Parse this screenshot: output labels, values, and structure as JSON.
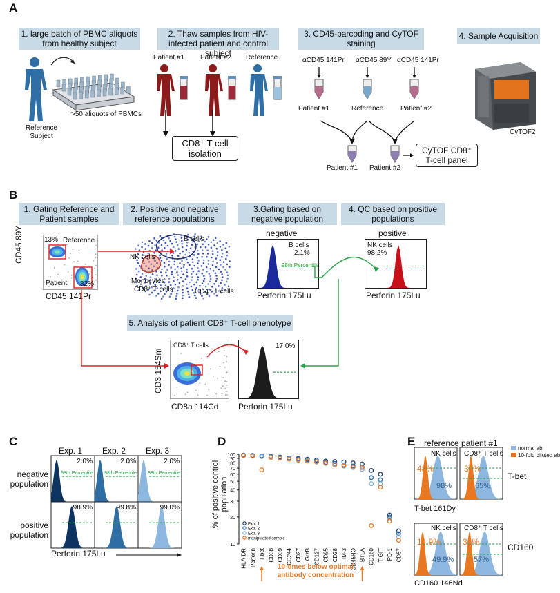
{
  "panels": {
    "a": "A",
    "b": "B",
    "c": "C",
    "d": "D",
    "e": "E"
  },
  "A": {
    "step1": "1. large batch of PBMC aliquots from healthy subject",
    "step2": "2. Thaw samples from HIV-infected patient and control subject",
    "step3": "3. CD45-barcoding and CyTOF staining",
    "step4": "4. Sample Acquisition",
    "reference_subject": "Reference Subject",
    "aliquots": ">50 aliquots of PBMCs",
    "patient1": "Patient #1",
    "patient2": "Patient #2",
    "reference": "Reference",
    "cd8_isolation_1": "CD8⁺ T-cell",
    "cd8_isolation_2": "isolation",
    "ab141a": "αCD45 141Pr",
    "ab89": "αCD45 89Y",
    "ab141b": "αCD45 141Pr",
    "cytof_panel_1": "CyTOF CD8⁺",
    "cytof_panel_2": "T-cell panel",
    "instrument": "CyTOF2"
  },
  "B": {
    "step1": "1. Gating Reference and Patient samples",
    "step2": "2. Positive and negative reference populations",
    "step3": "3.Gating based on negative population",
    "step4": "4. QC based on positive populations",
    "step5": "5. Analysis of patient CD8⁺ T-cell phenotype",
    "gate_ref_pct": "13%",
    "gate_ref": "Reference",
    "gate_patient": "Patient",
    "gate_patient_pct": "82%",
    "ylabel_gate": "CD45 89Y",
    "xlabel_gate": "CD45 141Pr",
    "bcells": "B cells",
    "nkcells": "NK cells",
    "monocytes": "Monocytes",
    "cd8t": "CD8⁺ T cells",
    "cd4t": "CD4⁺ T cells",
    "negative": "negative",
    "positive": "positive",
    "neg_pop": "B cells",
    "neg_pct": "2.1%",
    "percentile": "98th Percentile",
    "pos_pop": "NK cells",
    "pos_pct": "98.2%",
    "perforin": "Perforin 175Lu",
    "cd8_gate_label": "CD8⁺ T cells",
    "cd3": "CD3 154Sm",
    "cd8a": "CD8a 114Cd",
    "pt_pct": "17.0%"
  },
  "C": {
    "exps": [
      "Exp. 1",
      "Exp. 2",
      "Exp. 3"
    ],
    "row1": "negative population",
    "row2": "positive population",
    "neg_pcts": [
      "2.0%",
      "2.0%",
      "2.0%"
    ],
    "pos_pcts": [
      "98.9%",
      "99.8%",
      "99.0%"
    ],
    "percentile": "98th Percentile",
    "xlabel": "Perforin 175Lu",
    "colors": [
      "#0d3461",
      "#2f6ea3",
      "#8db7df"
    ]
  },
  "chart_data": {
    "type": "scatter",
    "title": "",
    "ylabel": "% of positive control population",
    "ylog": true,
    "ylim": [
      10,
      100
    ],
    "yticks": [
      10,
      20,
      30,
      40,
      50,
      60,
      70,
      80,
      90,
      100
    ],
    "categories": [
      "HLA-DR",
      "Perforin",
      "T-bet",
      "CD38",
      "CD39",
      "CD244",
      "CD27",
      "GrzB",
      "CD127",
      "CD95",
      "CD28",
      "TIM-3",
      "CD45RO",
      "BTLA",
      "CD160",
      "TIGIT",
      "PD-1",
      "CD57"
    ],
    "series": [
      {
        "name": "Exp. 1",
        "values": [
          98,
          97,
          96,
          95,
          93,
          91,
          90,
          88,
          86,
          84,
          83,
          82,
          80,
          78,
          66,
          60,
          21,
          14
        ]
      },
      {
        "name": "Exp. 2",
        "values": [
          97,
          96,
          95,
          94,
          92,
          90,
          88,
          86,
          83,
          81,
          79,
          76,
          74,
          72,
          55,
          52,
          20,
          13
        ]
      },
      {
        "name": "Exp. 3",
        "values": [
          96,
          95,
          94,
          93,
          91,
          89,
          87,
          85,
          82,
          79,
          77,
          75,
          71,
          68,
          47,
          47,
          19,
          12
        ]
      },
      {
        "name": "manipulated sample",
        "values": [
          97,
          96,
          67,
          92,
          90,
          88,
          86,
          84,
          82,
          80,
          76,
          74,
          72,
          71,
          16,
          43,
          18,
          11
        ]
      }
    ],
    "legend_position": "bottom-left",
    "annotation": "10-times below optimal antibody concentration",
    "colors": [
      "#1f3d7a",
      "#2b6fb3",
      "#7fb1d9",
      "#e87722"
    ]
  },
  "E": {
    "reference": "reference",
    "patient": "patient #1",
    "legend": [
      "normal ab",
      "10-fold diluted ab"
    ],
    "nk": "NK cells",
    "cd8": "CD8⁺ T cells",
    "tbet": "T-bet",
    "cd160": "CD160",
    "tbet_x": "T-bet 161Dy",
    "cd160_x": "CD160 146Nd",
    "tbet_nk_or": "48%",
    "tbet_nk_bl": "98%",
    "tbet_pt_or": "31%",
    "tbet_pt_bl": "65%",
    "cd160_nk_or": "14.9%",
    "cd160_nk_bl": "49.9%",
    "cd160_pt_or": "36%",
    "cd160_pt_bl": "57%"
  }
}
